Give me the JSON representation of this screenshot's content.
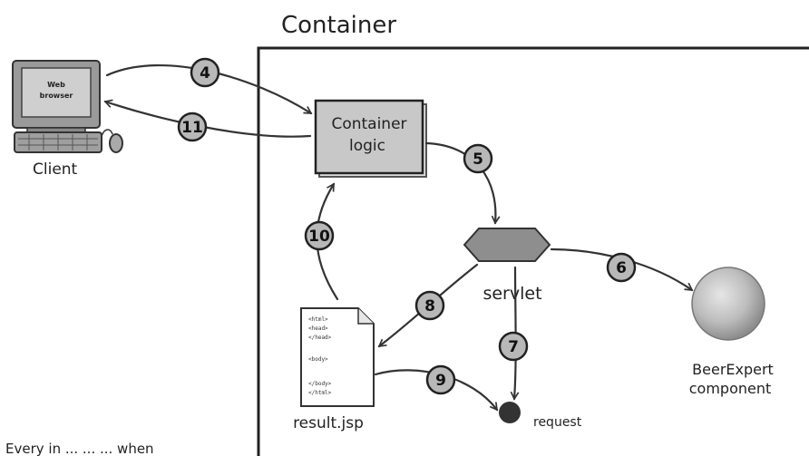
{
  "container_label": "Container",
  "client": {
    "screen_text": [
      "Web",
      "browser"
    ],
    "label": "Client"
  },
  "container_logic": [
    "Container",
    "logic"
  ],
  "servlet_label": "servlet",
  "beer_expert": [
    "BeerExpert",
    "component"
  ],
  "jsp": {
    "label": "result.jsp",
    "code_lines": [
      "<html>",
      "<head>",
      "</head>",
      "",
      "<body>",
      "",
      "</body>",
      "</html>"
    ]
  },
  "request_label": "request",
  "steps": [
    "4",
    "11",
    "5",
    "10",
    "6",
    "8",
    "7",
    "9"
  ],
  "cut_off_text": "Every in ... ... ... when",
  "colors": {
    "step_circle": "#b8b8b8",
    "container_logic_fill": "#c8c8c8",
    "servlet_fill": "#8e8e8e",
    "beer_expert_fill": "#bcbcbc",
    "request_dot": "#333333",
    "line": "#333333"
  }
}
